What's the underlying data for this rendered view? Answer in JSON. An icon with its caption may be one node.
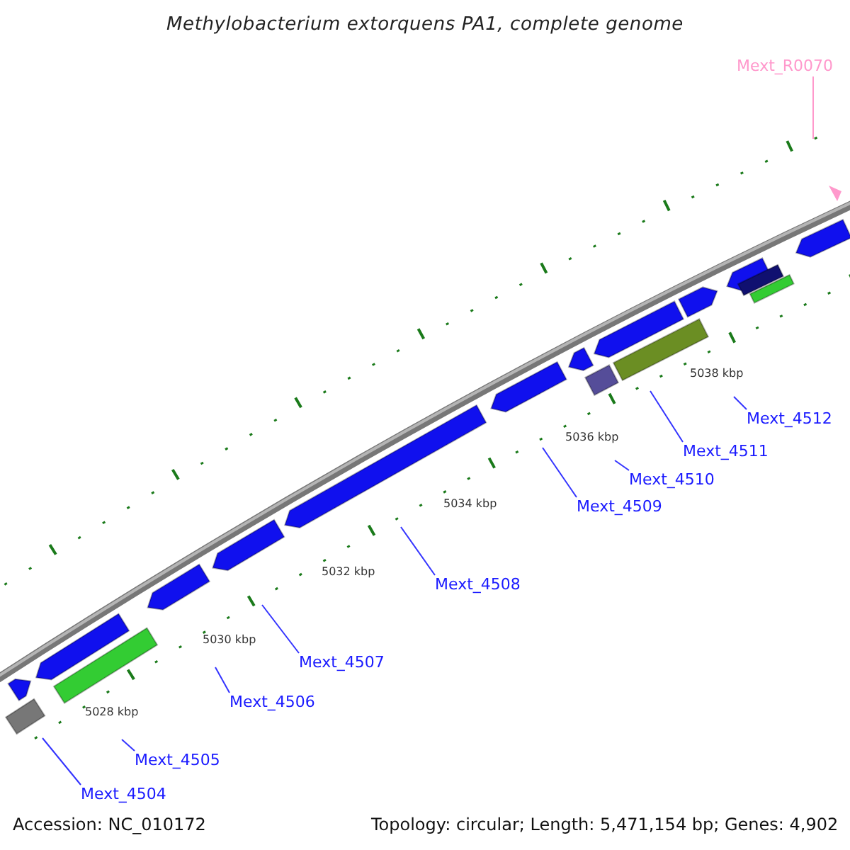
{
  "diagram": {
    "title": "Methylobacterium extorquens PA1, complete genome",
    "nodes": [
      {
        "text": [
          "Mext_R0070"
        ]
      },
      {
        "text": [
          "Mext_4512"
        ]
      },
      {
        "text": [
          "Mext_4511"
        ]
      },
      {
        "text": [
          "Mext_4510"
        ]
      },
      {
        "text": [
          "Mext_4509"
        ]
      },
      {
        "text": [
          "Mext_4508"
        ]
      },
      {
        "text": [
          "Mext_4507"
        ]
      },
      {
        "text": [
          "Mext_4506"
        ]
      },
      {
        "text": [
          "Mext_4505"
        ]
      },
      {
        "text": [
          "Mext_4504"
        ]
      }
    ],
    "edges": [
      {
        "from": 0,
        "to": null,
        "arrow": "none",
        "color": "#ff99cc"
      },
      {
        "from": 1,
        "to": null,
        "arrow": "none"
      },
      {
        "from": 2,
        "to": null,
        "arrow": "none"
      },
      {
        "from": 3,
        "to": null,
        "arrow": "none"
      },
      {
        "from": 4,
        "to": null,
        "arrow": "none"
      },
      {
        "from": 5,
        "to": null,
        "arrow": "none"
      },
      {
        "from": 6,
        "to": null,
        "arrow": "none"
      },
      {
        "from": 7,
        "to": null,
        "arrow": "none"
      },
      {
        "from": 8,
        "to": null,
        "arrow": "none"
      },
      {
        "from": 9,
        "to": null,
        "arrow": "none"
      }
    ],
    "labels": [
      "5038 kbp",
      "5036 kbp",
      "5034 kbp",
      "5032 kbp",
      "5030 kbp",
      "5028 kbp",
      "Accession: NC_010172",
      "Topology: circular; Length: 5,471,154 bp; Genes: 4,902"
    ]
  }
}
